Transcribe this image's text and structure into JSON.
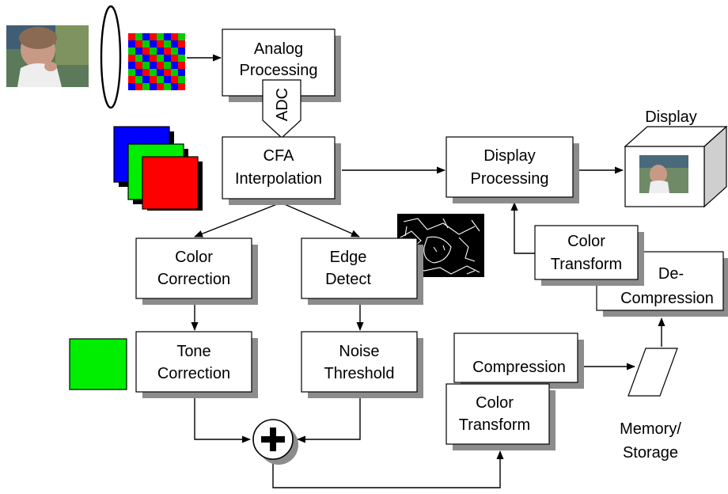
{
  "colors": {
    "shadow": "#8c8c8c",
    "red": "#ff0000",
    "green": "#00ee00",
    "blue": "#0000ff",
    "mosaic": [
      "#ff0000",
      "#00cc00",
      "#0000ff"
    ]
  },
  "icons": {
    "photo": "child-photo-icon",
    "lens": "lens-icon",
    "cfa": "cfa-mosaic-icon",
    "rgb": "rgb-planes-icon",
    "edges": "edge-map-icon",
    "green": "green-square-icon",
    "display": "display-device-icon",
    "memory": "memory-card-icon",
    "adder": "adder-icon"
  },
  "blocks": {
    "analog": [
      "Analog",
      "Processing"
    ],
    "adc": "ADC",
    "cfa": [
      "CFA",
      "Interpolation"
    ],
    "display_proc": [
      "Display",
      "Processing"
    ],
    "color_correction": [
      "Color",
      "Correction"
    ],
    "edge_detect": [
      "Edge",
      "Detect"
    ],
    "tone_correction": [
      "Tone",
      "Correction"
    ],
    "noise_threshold": [
      "Noise",
      "Threshold"
    ],
    "compression": "Compression",
    "color_transform_lower": [
      "Color",
      "Transform"
    ],
    "color_transform_upper": [
      "Color",
      "Transform"
    ],
    "decompression": [
      "De-",
      "Compression"
    ]
  },
  "labels": {
    "display": "Display",
    "memory": [
      "Memory/",
      "Storage"
    ]
  }
}
